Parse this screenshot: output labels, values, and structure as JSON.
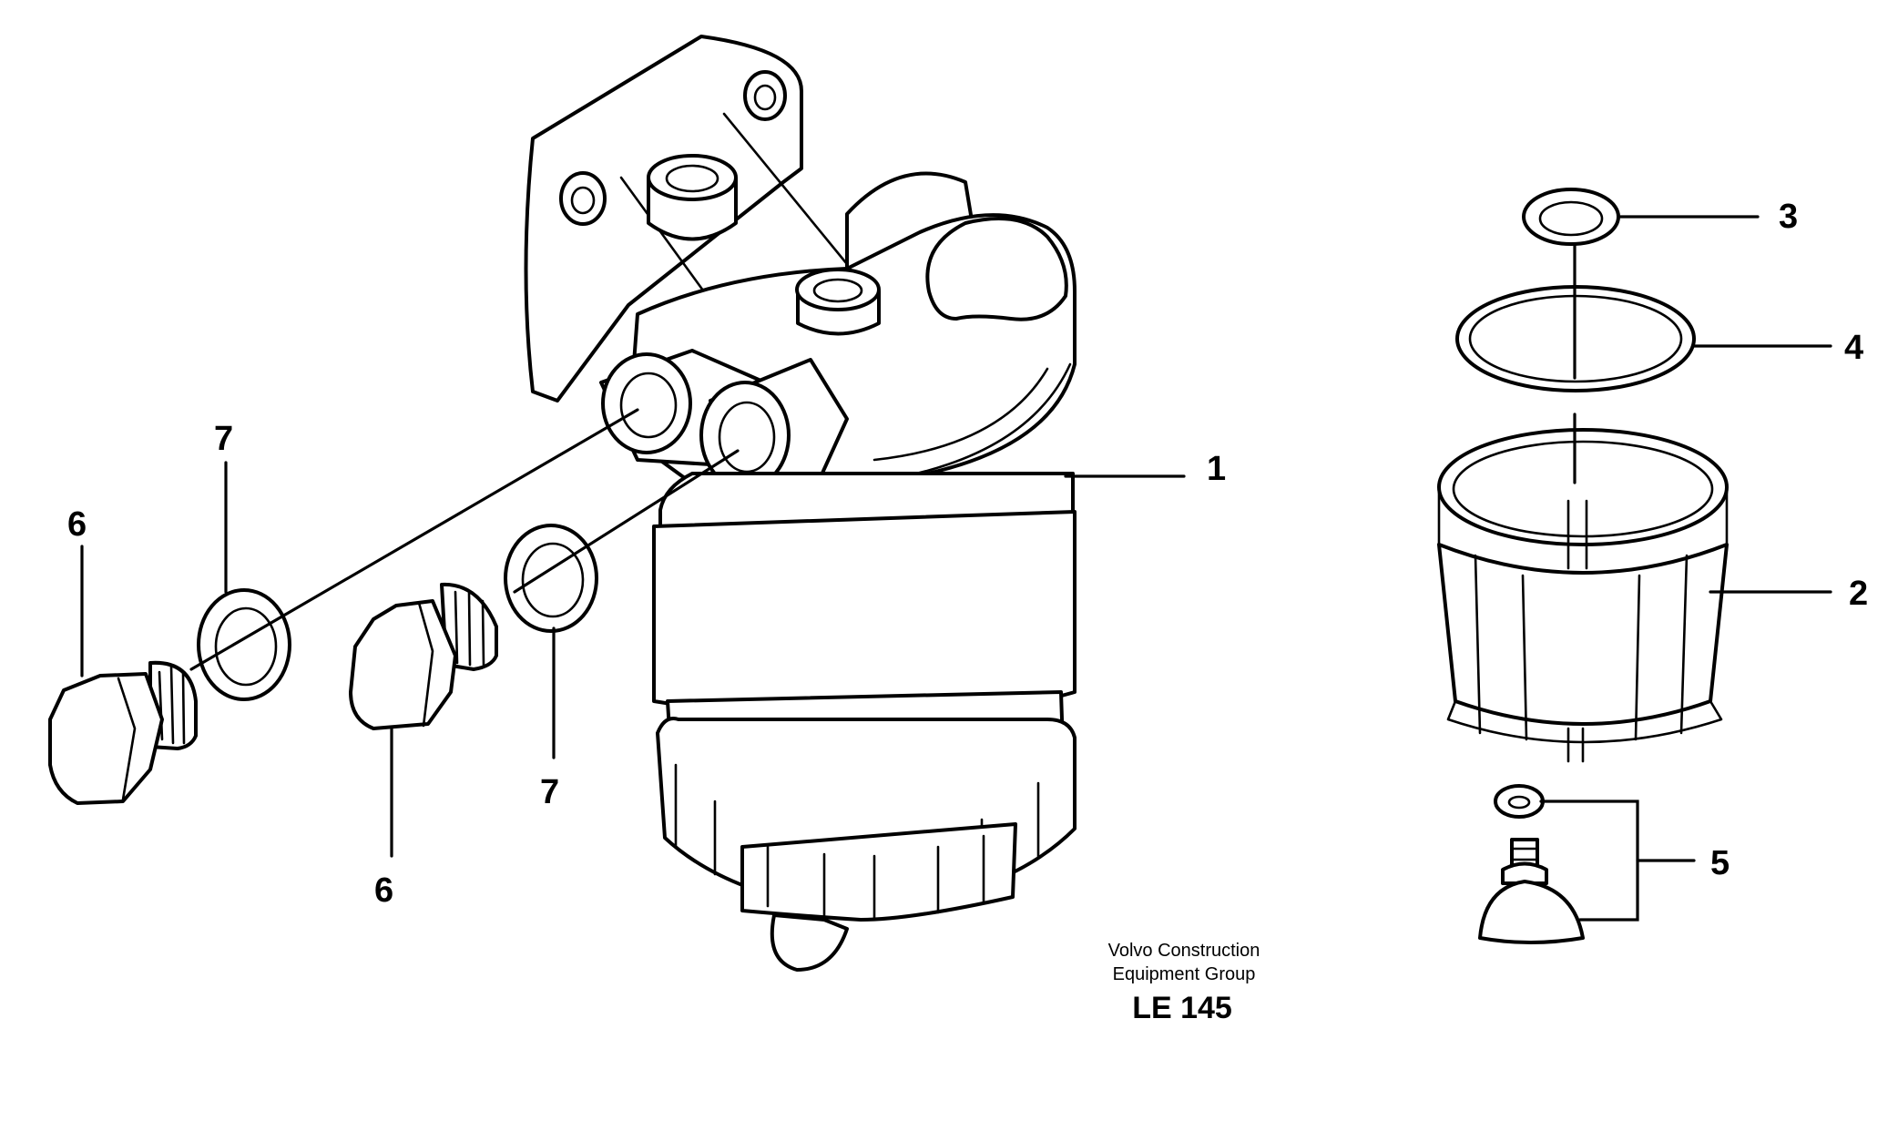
{
  "diagram": {
    "callouts": {
      "c1": "1",
      "c2": "2",
      "c3": "3",
      "c4": "4",
      "c5": "5",
      "c6_left": "6",
      "c6_right": "6",
      "c7_left": "7",
      "c7_right": "7"
    },
    "credit": {
      "line1": "Volvo Construction",
      "line2": "Equipment Group",
      "code": "LE 145"
    }
  }
}
